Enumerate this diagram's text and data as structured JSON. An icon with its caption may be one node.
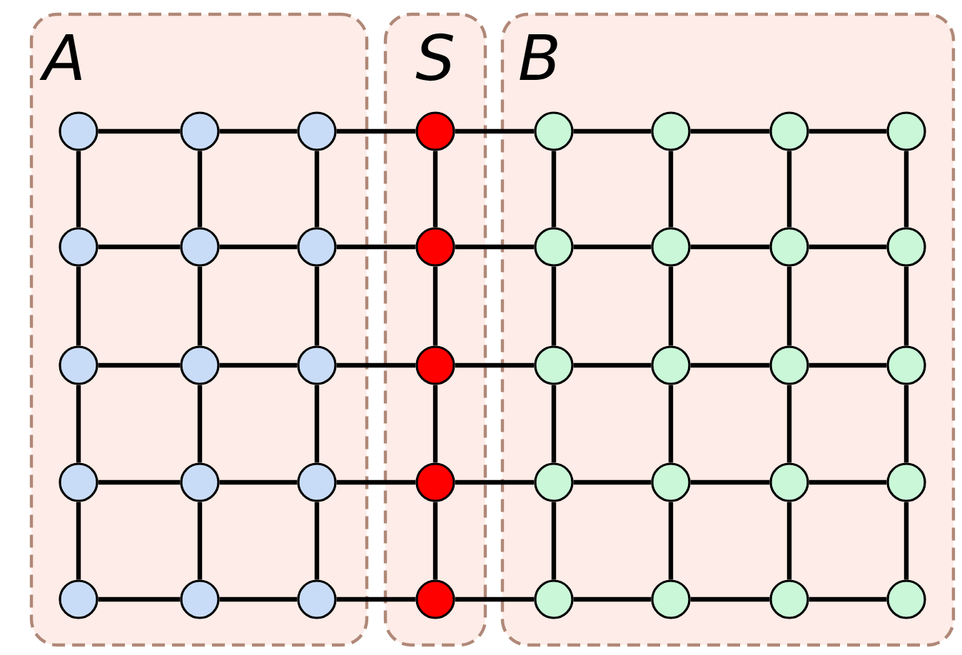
{
  "diagram": {
    "nodes": [
      {
        "text": [
          "A"
        ]
      },
      {
        "text": [
          "S"
        ]
      },
      {
        "text": [
          "B"
        ]
      },
      {
        "text": [],
        "shape": "circle",
        "in": 0
      },
      {
        "text": [],
        "shape": "circle",
        "in": 0
      },
      {
        "text": [],
        "shape": "circle",
        "in": 0
      },
      {
        "text": [],
        "shape": "circle",
        "in": 1
      },
      {
        "text": [],
        "shape": "circle",
        "in": 2
      },
      {
        "text": [],
        "shape": "circle",
        "in": 2
      },
      {
        "text": [],
        "shape": "circle",
        "in": 2
      },
      {
        "text": [],
        "shape": "circle",
        "in": 2
      },
      {
        "text": [],
        "shape": "circle",
        "in": 0
      },
      {
        "text": [],
        "shape": "circle",
        "in": 0
      },
      {
        "text": [],
        "shape": "circle",
        "in": 0
      },
      {
        "text": [],
        "shape": "circle",
        "in": 1
      },
      {
        "text": [],
        "shape": "circle",
        "in": 2
      },
      {
        "text": [],
        "shape": "circle",
        "in": 2
      },
      {
        "text": [],
        "shape": "circle",
        "in": 2
      },
      {
        "text": [],
        "shape": "circle",
        "in": 2
      },
      {
        "text": [],
        "shape": "circle",
        "in": 0
      },
      {
        "text": [],
        "shape": "circle",
        "in": 0
      },
      {
        "text": [],
        "shape": "circle",
        "in": 0
      },
      {
        "text": [],
        "shape": "circle",
        "in": 1
      },
      {
        "text": [],
        "shape": "circle",
        "in": 2
      },
      {
        "text": [],
        "shape": "circle",
        "in": 2
      },
      {
        "text": [],
        "shape": "circle",
        "in": 2
      },
      {
        "text": [],
        "shape": "circle",
        "in": 2
      },
      {
        "text": [],
        "shape": "circle",
        "in": 0
      },
      {
        "text": [],
        "shape": "circle",
        "in": 0
      },
      {
        "text": [],
        "shape": "circle",
        "in": 0
      },
      {
        "text": [],
        "shape": "circle",
        "in": 1
      },
      {
        "text": [],
        "shape": "circle",
        "in": 2
      },
      {
        "text": [],
        "shape": "circle",
        "in": 2
      },
      {
        "text": [],
        "shape": "circle",
        "in": 2
      },
      {
        "text": [],
        "shape": "circle",
        "in": 2
      },
      {
        "text": [],
        "shape": "circle",
        "in": 0
      },
      {
        "text": [],
        "shape": "circle",
        "in": 0
      },
      {
        "text": [],
        "shape": "circle",
        "in": 0
      },
      {
        "text": [],
        "shape": "circle",
        "in": 1
      },
      {
        "text": [],
        "shape": "circle",
        "in": 2
      },
      {
        "text": [],
        "shape": "circle",
        "in": 2
      },
      {
        "text": [],
        "shape": "circle",
        "in": 2
      },
      {
        "text": [],
        "shape": "circle",
        "in": 2
      }
    ],
    "edges": [
      {
        "from": 3,
        "to": 4,
        "arrow": "none"
      },
      {
        "from": 4,
        "to": 5,
        "arrow": "none"
      },
      {
        "from": 5,
        "to": 6,
        "arrow": "none"
      },
      {
        "from": 6,
        "to": 7,
        "arrow": "none"
      },
      {
        "from": 7,
        "to": 8,
        "arrow": "none"
      },
      {
        "from": 8,
        "to": 9,
        "arrow": "none"
      },
      {
        "from": 9,
        "to": 10,
        "arrow": "none"
      },
      {
        "from": 11,
        "to": 12,
        "arrow": "none"
      },
      {
        "from": 12,
        "to": 13,
        "arrow": "none"
      },
      {
        "from": 13,
        "to": 14,
        "arrow": "none"
      },
      {
        "from": 14,
        "to": 15,
        "arrow": "none"
      },
      {
        "from": 15,
        "to": 16,
        "arrow": "none"
      },
      {
        "from": 16,
        "to": 17,
        "arrow": "none"
      },
      {
        "from": 17,
        "to": 18,
        "arrow": "none"
      },
      {
        "from": 19,
        "to": 20,
        "arrow": "none"
      },
      {
        "from": 20,
        "to": 21,
        "arrow": "none"
      },
      {
        "from": 21,
        "to": 22,
        "arrow": "none"
      },
      {
        "from": 22,
        "to": 23,
        "arrow": "none"
      },
      {
        "from": 23,
        "to": 24,
        "arrow": "none"
      },
      {
        "from": 24,
        "to": 25,
        "arrow": "none"
      },
      {
        "from": 25,
        "to": 26,
        "arrow": "none"
      },
      {
        "from": 27,
        "to": 28,
        "arrow": "none"
      },
      {
        "from": 28,
        "to": 29,
        "arrow": "none"
      },
      {
        "from": 29,
        "to": 30,
        "arrow": "none"
      },
      {
        "from": 30,
        "to": 31,
        "arrow": "none"
      },
      {
        "from": 31,
        "to": 32,
        "arrow": "none"
      },
      {
        "from": 32,
        "to": 33,
        "arrow": "none"
      },
      {
        "from": 33,
        "to": 34,
        "arrow": "none"
      },
      {
        "from": 35,
        "to": 36,
        "arrow": "none"
      },
      {
        "from": 36,
        "to": 37,
        "arrow": "none"
      },
      {
        "from": 37,
        "to": 38,
        "arrow": "none"
      },
      {
        "from": 38,
        "to": 39,
        "arrow": "none"
      },
      {
        "from": 39,
        "to": 40,
        "arrow": "none"
      },
      {
        "from": 40,
        "to": 41,
        "arrow": "none"
      },
      {
        "from": 41,
        "to": 42,
        "arrow": "none"
      },
      {
        "from": 3,
        "to": 11,
        "arrow": "none"
      },
      {
        "from": 4,
        "to": 12,
        "arrow": "none"
      },
      {
        "from": 5,
        "to": 13,
        "arrow": "none"
      },
      {
        "from": 6,
        "to": 14,
        "arrow": "none"
      },
      {
        "from": 7,
        "to": 15,
        "arrow": "none"
      },
      {
        "from": 8,
        "to": 16,
        "arrow": "none"
      },
      {
        "from": 9,
        "to": 17,
        "arrow": "none"
      },
      {
        "from": 10,
        "to": 18,
        "arrow": "none"
      },
      {
        "from": 11,
        "to": 19,
        "arrow": "none"
      },
      {
        "from": 12,
        "to": 20,
        "arrow": "none"
      },
      {
        "from": 13,
        "to": 21,
        "arrow": "none"
      },
      {
        "from": 14,
        "to": 22,
        "arrow": "none"
      },
      {
        "from": 15,
        "to": 23,
        "arrow": "none"
      },
      {
        "from": 16,
        "to": 24,
        "arrow": "none"
      },
      {
        "from": 17,
        "to": 25,
        "arrow": "none"
      },
      {
        "from": 18,
        "to": 26,
        "arrow": "none"
      },
      {
        "from": 19,
        "to": 27,
        "arrow": "none"
      },
      {
        "from": 20,
        "to": 28,
        "arrow": "none"
      },
      {
        "from": 21,
        "to": 29,
        "arrow": "none"
      },
      {
        "from": 22,
        "to": 30,
        "arrow": "none"
      },
      {
        "from": 23,
        "to": 31,
        "arrow": "none"
      },
      {
        "from": 24,
        "to": 32,
        "arrow": "none"
      },
      {
        "from": 25,
        "to": 33,
        "arrow": "none"
      },
      {
        "from": 26,
        "to": 34,
        "arrow": "none"
      },
      {
        "from": 27,
        "to": 35,
        "arrow": "none"
      },
      {
        "from": 28,
        "to": 36,
        "arrow": "none"
      },
      {
        "from": 29,
        "to": 37,
        "arrow": "none"
      },
      {
        "from": 30,
        "to": 38,
        "arrow": "none"
      },
      {
        "from": 31,
        "to": 39,
        "arrow": "none"
      },
      {
        "from": 32,
        "to": 40,
        "arrow": "none"
      },
      {
        "from": 33,
        "to": 41,
        "arrow": "none"
      },
      {
        "from": 34,
        "to": 42,
        "arrow": "none"
      }
    ]
  }
}
